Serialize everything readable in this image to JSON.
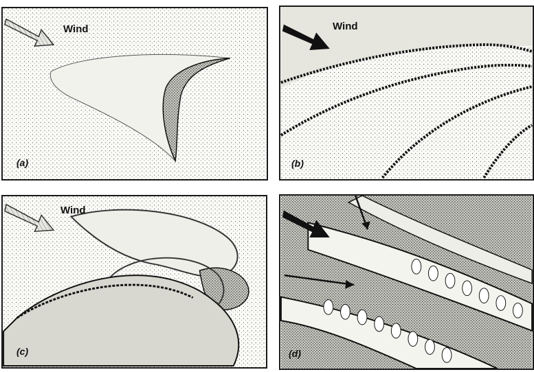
{
  "panels": [
    {
      "label": "(a)",
      "wind_label": "Wind"
    },
    {
      "label": "(b)",
      "wind_label": "Wind"
    },
    {
      "label": "(c)",
      "wind_label": "Wind"
    },
    {
      "label": "(d)"
    }
  ],
  "colors": {
    "stipple": "#1a1a1a",
    "border": "#1a1a1a",
    "background": "#fbfbf8"
  },
  "icons": [
    "wind-arrow-icon"
  ]
}
